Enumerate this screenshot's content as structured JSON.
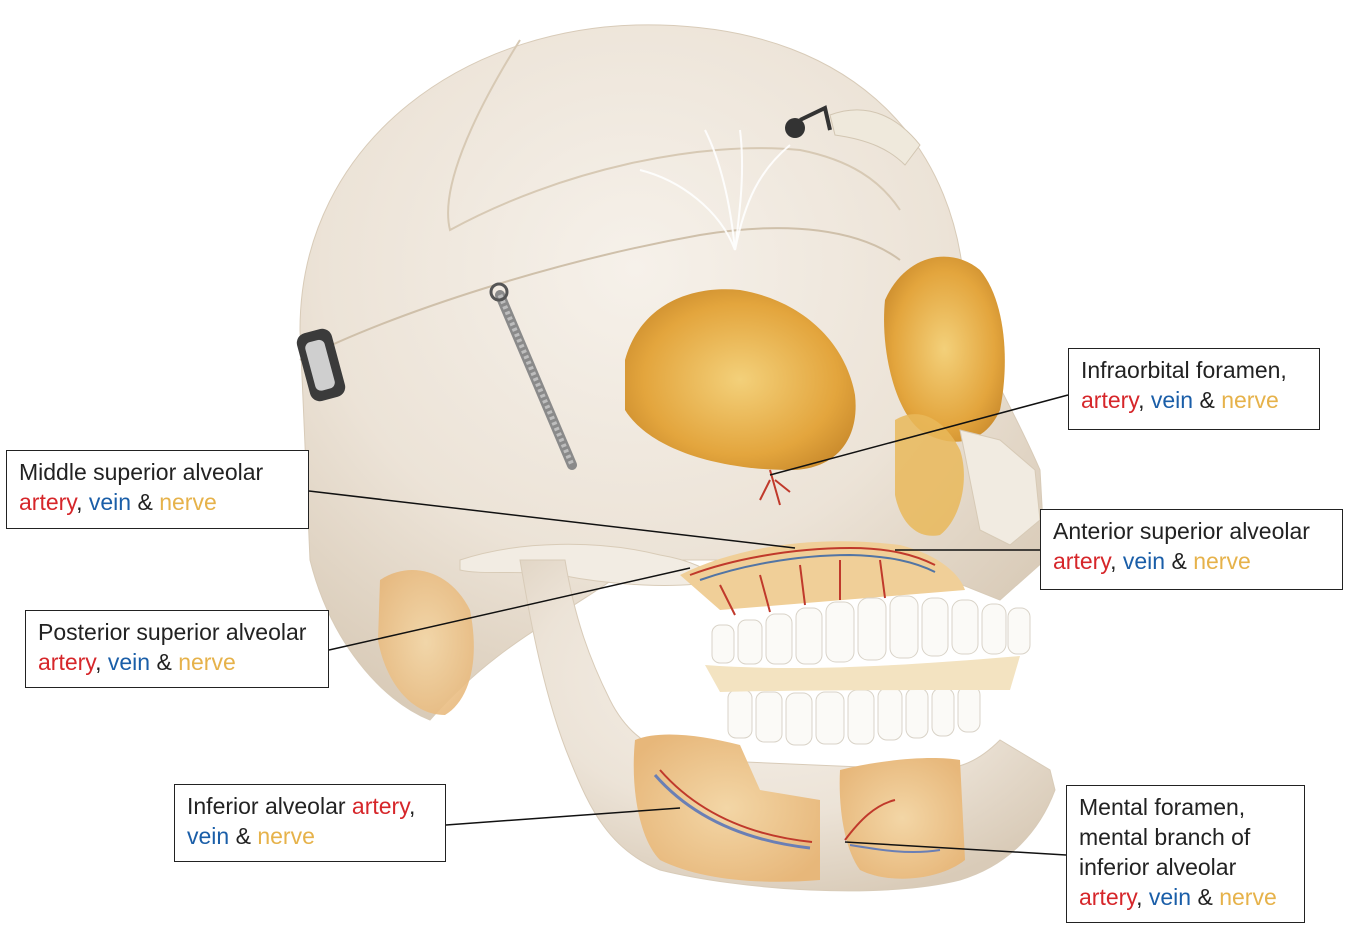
{
  "colors": {
    "artery": "#d6262a",
    "vein": "#1a5ea8",
    "nerve": "#e6b24a",
    "background": "#ffffff",
    "skull": "#efe8df",
    "orbit": "#e8b44a"
  },
  "labels": {
    "infraorbital": {
      "line1": "Infraorbital foramen,",
      "artery": "artery",
      "sep1": ", ",
      "vein": "vein",
      "sep2": " & ",
      "nerve": "nerve"
    },
    "middle": {
      "line1": "Middle superior alveolar",
      "artery": "artery",
      "sep1": ", ",
      "vein": "vein",
      "sep2": " & ",
      "nerve": "nerve"
    },
    "anterior": {
      "line1": "Anterior superior alveolar",
      "artery": "artery",
      "sep1": ", ",
      "vein": "vein",
      "sep2": " & ",
      "nerve": "nerve"
    },
    "posterior": {
      "line1": "Posterior superior alveolar",
      "artery": "artery",
      "sep1": ", ",
      "vein": "vein",
      "sep2": " & ",
      "nerve": "nerve"
    },
    "inferior": {
      "line1_prefix": "Inferior alveolar ",
      "artery": "artery",
      "sep1": ",",
      "vein": "vein",
      "sep2": " & ",
      "nerve": "nerve"
    },
    "mental": {
      "line1": "Mental foramen,",
      "line2": "mental branch of",
      "line3": "inferior alveolar",
      "artery": "artery",
      "sep1": ", ",
      "vein": "vein",
      "sep2": " & ",
      "nerve": "nerve"
    }
  }
}
